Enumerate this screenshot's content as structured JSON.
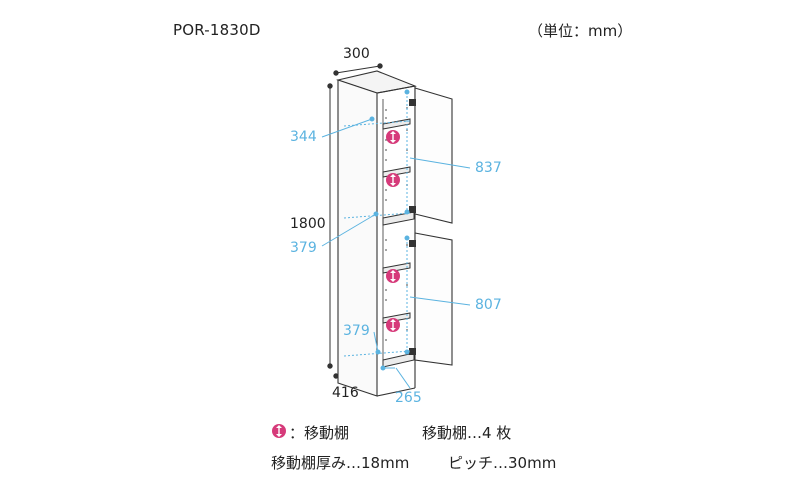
{
  "header": {
    "model": "POR-1830D",
    "unit": "（単位：mm）"
  },
  "dimensions": {
    "width": "300",
    "height": "1800",
    "depth": "416",
    "upper_shelf_depth": "344",
    "upper_interior_height": "837",
    "fixed_shelf_depth": "379",
    "lower_shelf_depth": "379",
    "lower_interior_height": "807",
    "base_depth": "265"
  },
  "legend": {
    "movable_shelf_label": "：移動棚",
    "movable_shelf_count": "移動棚…4 枚",
    "shelf_thickness": "移動棚厚み…18mm",
    "pitch": "ピッチ…30mm"
  },
  "colors": {
    "dimension_blue": "#5bb3e0",
    "shelf_marker": "#d63a7a",
    "outline": "#333333"
  }
}
